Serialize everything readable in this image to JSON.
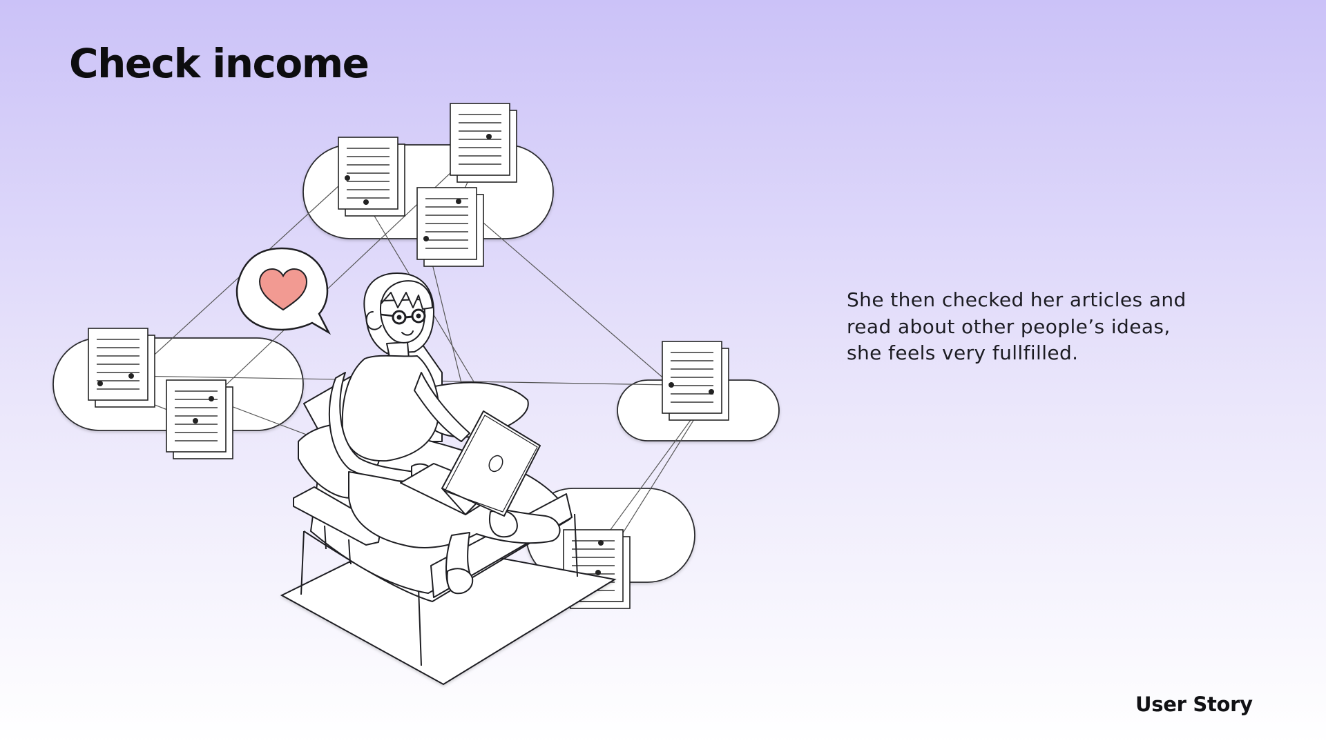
{
  "slide": {
    "title": "Check income",
    "story_lines": [
      "She then checked her articles and",
      "read about other people’s ideas,",
      "she feels very fullfilled."
    ],
    "footer_label": "User Story"
  },
  "colors": {
    "background_top": "#cbc2f8",
    "background_bottom": "#ffffff",
    "heart": "#f29a92",
    "outline": "#1e1e22"
  },
  "icons": [
    "document-icon",
    "heart-icon",
    "laptop-icon",
    "speech-bubble-icon",
    "cloud-icon"
  ]
}
